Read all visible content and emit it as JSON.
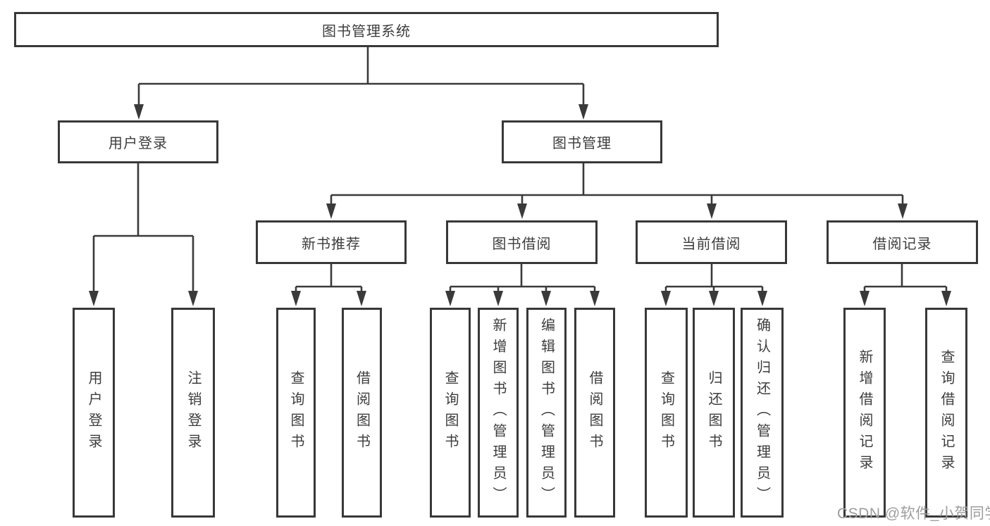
{
  "diagram": {
    "type": "tree",
    "root": {
      "label": "图书管理系统"
    },
    "branches": [
      {
        "label": "用户登录",
        "children": [
          {
            "label": "用户登录"
          },
          {
            "label": "注销登录"
          }
        ]
      },
      {
        "label": "图书管理",
        "children": [
          {
            "label": "新书推荐",
            "children": [
              {
                "label": "查询图书"
              },
              {
                "label": "借阅图书"
              }
            ]
          },
          {
            "label": "图书借阅",
            "children": [
              {
                "label": "查询图书"
              },
              {
                "label": "新增图书（管理员）"
              },
              {
                "label": "编辑图书（管理员）"
              },
              {
                "label": "借阅图书"
              }
            ]
          },
          {
            "label": "当前借阅",
            "children": [
              {
                "label": "查询图书"
              },
              {
                "label": "归还图书"
              },
              {
                "label": "确认归还（管理员）"
              }
            ]
          },
          {
            "label": "借阅记录",
            "children": [
              {
                "label": "新增借阅记录"
              },
              {
                "label": "查询借阅记录"
              }
            ]
          }
        ]
      }
    ]
  },
  "watermark": "CSDN @软件_小贺同学",
  "colors": {
    "line": "#3a3a3a",
    "box_border": "#383838",
    "text": "#3d3d3d",
    "watermark_text": "#9d9d9d",
    "background": "#ffffff"
  }
}
